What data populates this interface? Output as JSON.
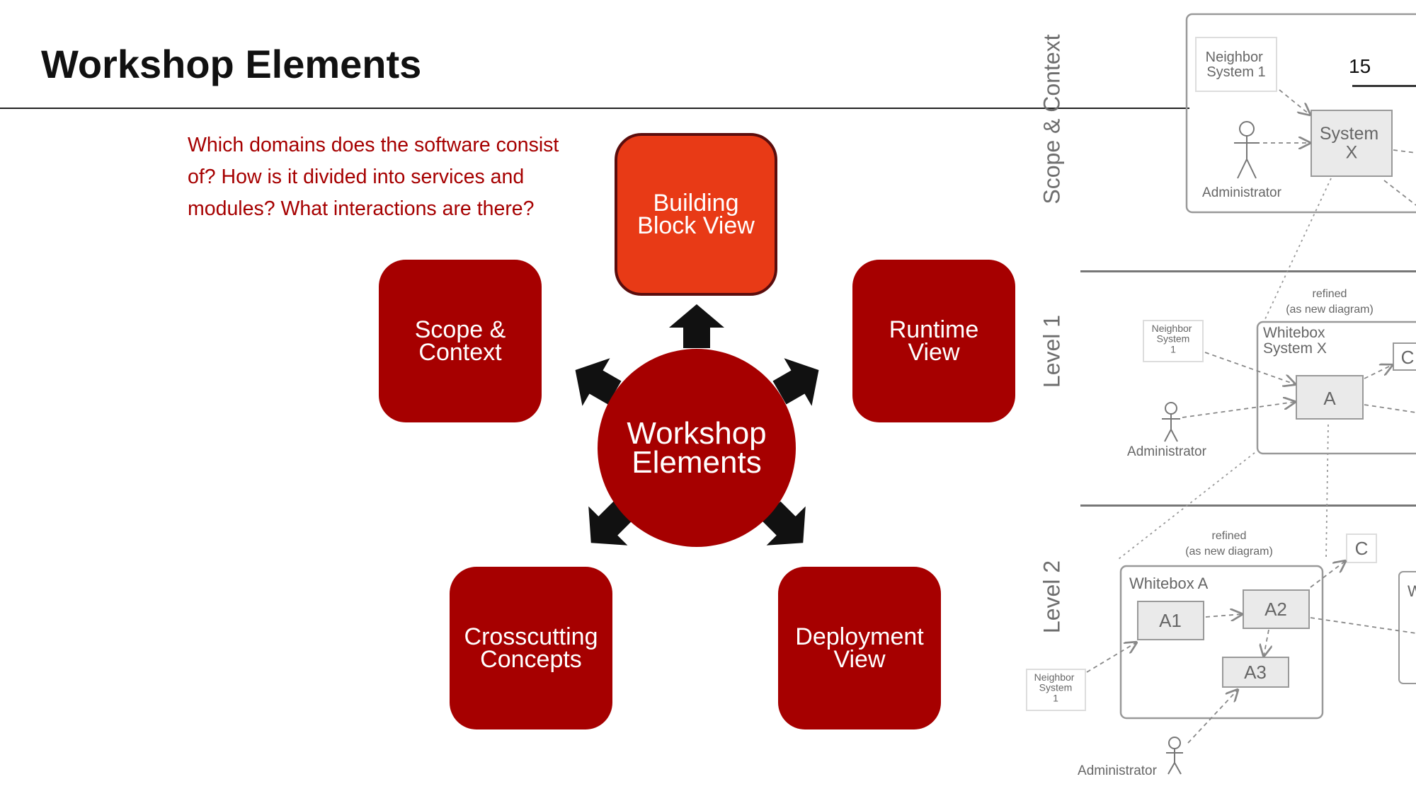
{
  "slide": {
    "title": "Workshop Elements",
    "page_number": "15",
    "question": "Which domains does the software consist of? How is it divided into services and modules? What interactions are there?"
  },
  "hub": {
    "label": "Workshop\nElements"
  },
  "elements": {
    "building_block": "Building\nBlock View",
    "scope_context": "Scope &\nContext",
    "runtime": "Runtime\nView",
    "crosscutting": "Crosscutting\nConcepts",
    "deployment": "Deployment\nView"
  },
  "colors": {
    "primary_red": "#a60000",
    "highlight_orange": "#e83a16",
    "arrow_dark": "#111111",
    "diagram_gray": "#888888"
  },
  "levels": {
    "scope_context": "Scope & Context",
    "level1": "Level 1",
    "level2": "Level 2"
  },
  "zoom_diagram": {
    "scope": {
      "neighbor": "Neighbor\nSystem 1",
      "system": "System\nX",
      "actor": "Administrator"
    },
    "level1": {
      "refined": "refined",
      "as_new": "(as new diagram)",
      "neighbor": "Neighbor\nSystem\n1",
      "whitebox": "Whitebox\nSystem X",
      "a": "A",
      "c": "C",
      "actor": "Administrator"
    },
    "level2": {
      "refined": "refined",
      "as_new": "(as new diagram)",
      "c": "C",
      "whitebox": "Whitebox A",
      "a1": "A1",
      "a2": "A2",
      "a3": "A3",
      "w": "W",
      "neighbor": "Neighbor\nSystem\n1",
      "actor": "Administrator"
    }
  }
}
